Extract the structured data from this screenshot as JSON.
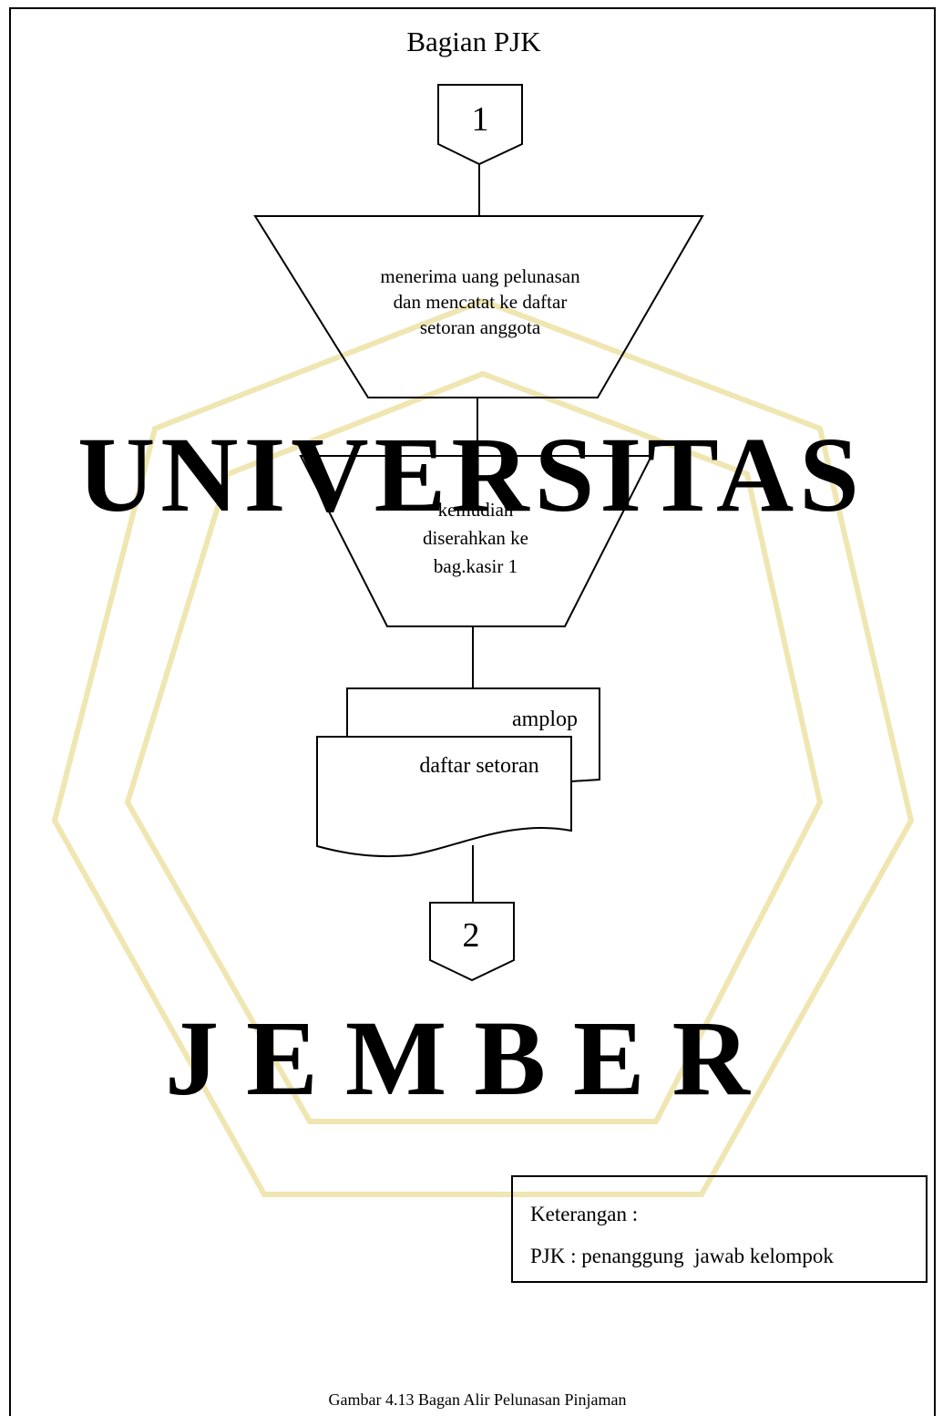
{
  "frame": {
    "title": "Bagian PJK"
  },
  "flow": {
    "start_connector": "1",
    "step1": {
      "lines": [
        "menerima uang pelunasan",
        "dan mencatat ke daftar",
        "setoran anggota"
      ]
    },
    "step2": {
      "lines": [
        "kemudian",
        "diserahkan ke",
        "bag.kasir 1"
      ]
    },
    "documents": {
      "back": "amplop",
      "front": "daftar setoran"
    },
    "end_connector": "2"
  },
  "legend": {
    "heading": "Keterangan :",
    "item": "PJK : penanggung  jawab kelompok"
  },
  "caption": "Gambar 4.13 Bagan Alir Pelunasan Pinjaman",
  "watermark": {
    "top_text": "UNIVERSITAS",
    "bottom_text": "JEMBER",
    "color": "#f3ecc4"
  }
}
